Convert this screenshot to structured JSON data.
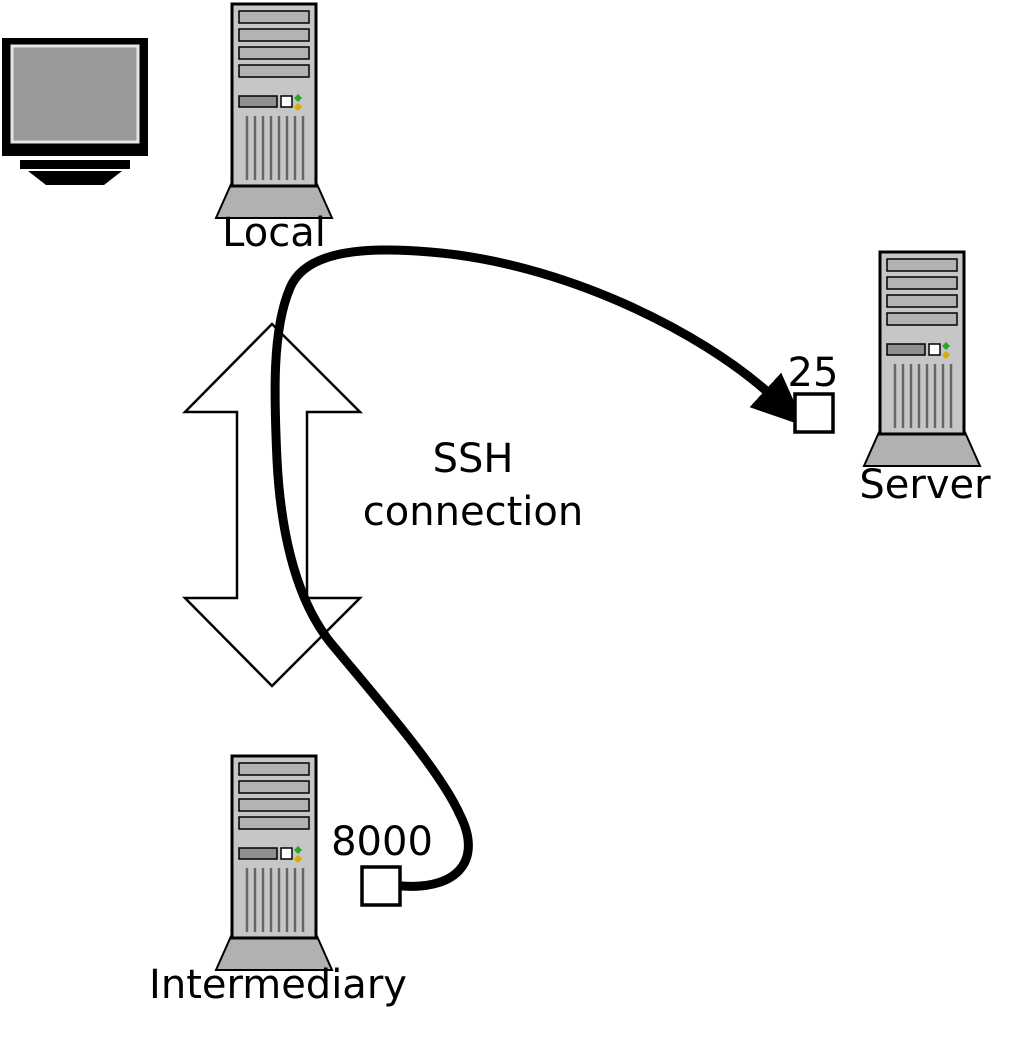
{
  "diagram": {
    "nodes": {
      "local": {
        "label": "Local"
      },
      "server": {
        "label": "Server",
        "port": "25"
      },
      "intermediary": {
        "label": "Intermediary",
        "port": "8000"
      }
    },
    "connection": {
      "label_line1": "SSH",
      "label_line2": "connection"
    },
    "icons": {
      "monitor": "monitor-icon",
      "local": "tower-computer-icon",
      "server": "tower-computer-icon",
      "intermediary": "tower-computer-icon"
    },
    "colors": {
      "outline": "#000000",
      "tower_body": "#c6c6c6",
      "tower_base": "#b1b1b1",
      "tower_slat": "#b3b3b3",
      "tower_drive": "#8f8f8f",
      "vent_line": "#666666",
      "led_green": "#22aa22",
      "led_yellow": "#ddaa00",
      "monitor_screen": "#9a9a9a",
      "arrow_fill": "#ffffff",
      "tunnel_stroke": "#000000",
      "port_box_fill": "#ffffff"
    }
  }
}
